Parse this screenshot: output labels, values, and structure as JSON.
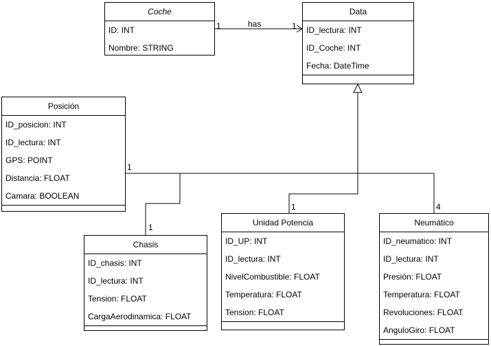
{
  "classes": {
    "coche": {
      "name": "Coche",
      "attrs": [
        "ID: INT",
        "Nombre: STRING"
      ]
    },
    "data": {
      "name": "Data",
      "attrs": [
        "ID_lectura: INT",
        "ID_Coche: INT",
        "Fecha: DateTime"
      ]
    },
    "posicion": {
      "name": "Posición",
      "attrs": [
        "ID_posicion: INT",
        "ID_lectura: INT",
        "GPS: POINT",
        "Distancia: FLOAT",
        "Camara: BOOLEAN"
      ]
    },
    "chasis": {
      "name": "Chasis",
      "attrs": [
        "ID_chasis: INT",
        "ID_lectura: INT",
        "Tension: FLOAT",
        "CargaAerodinamica: FLOAT"
      ]
    },
    "unidad": {
      "name": "Unidad Potencia",
      "attrs": [
        "ID_UP: INT",
        "ID_lectura: INT",
        "NivelCombustible: FLOAT",
        "Temperatura: FLOAT",
        "Tension: FLOAT"
      ]
    },
    "neumatico": {
      "name": "Neumático",
      "attrs": [
        "ID_neumatico: INT",
        "ID_lectura: INT",
        "Presión: FLOAT",
        "Temperatura: FLOAT",
        "Revoluciones: FLOAT",
        "AnguloGiro: FLOAT"
      ]
    }
  },
  "labels": {
    "has": "has",
    "coche_mult": "1",
    "data_mult": "1",
    "posicion_mult": "1",
    "chasis_mult": "1",
    "unidad_mult": "1",
    "neumatico_mult": "4"
  }
}
